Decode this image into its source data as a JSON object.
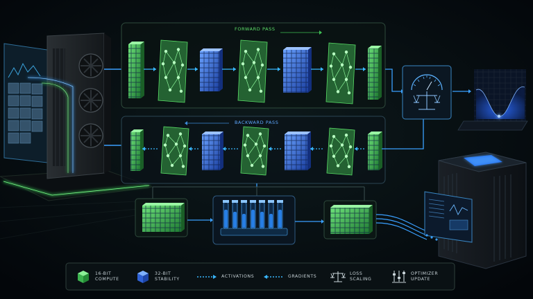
{
  "passes": {
    "forward": "FORWARD PASS",
    "backward": "BACKWARD PASS"
  },
  "legend": {
    "compute": {
      "line1": "16-BIT",
      "line2": "COMPUTE"
    },
    "stability": {
      "line1": "32-BIT",
      "line2": "STABILITY"
    },
    "activations": "ACTIVATIONS",
    "gradients": "GRADIENTS",
    "loss": {
      "line1": "LOSS",
      "line2": "SCALING"
    },
    "optimizer": {
      "line1": "OPTIMIZER",
      "line2": "UPDATE"
    }
  },
  "colors": {
    "green": "#4fd35c",
    "blue": "#3d7dff",
    "cyan": "#39b7ff",
    "panel_border": "#2e4a3c"
  },
  "icons": [
    "gpu-icon",
    "dataset-icon",
    "scale-icon",
    "loss-landscape-icon",
    "server-icon",
    "vial-icon"
  ]
}
